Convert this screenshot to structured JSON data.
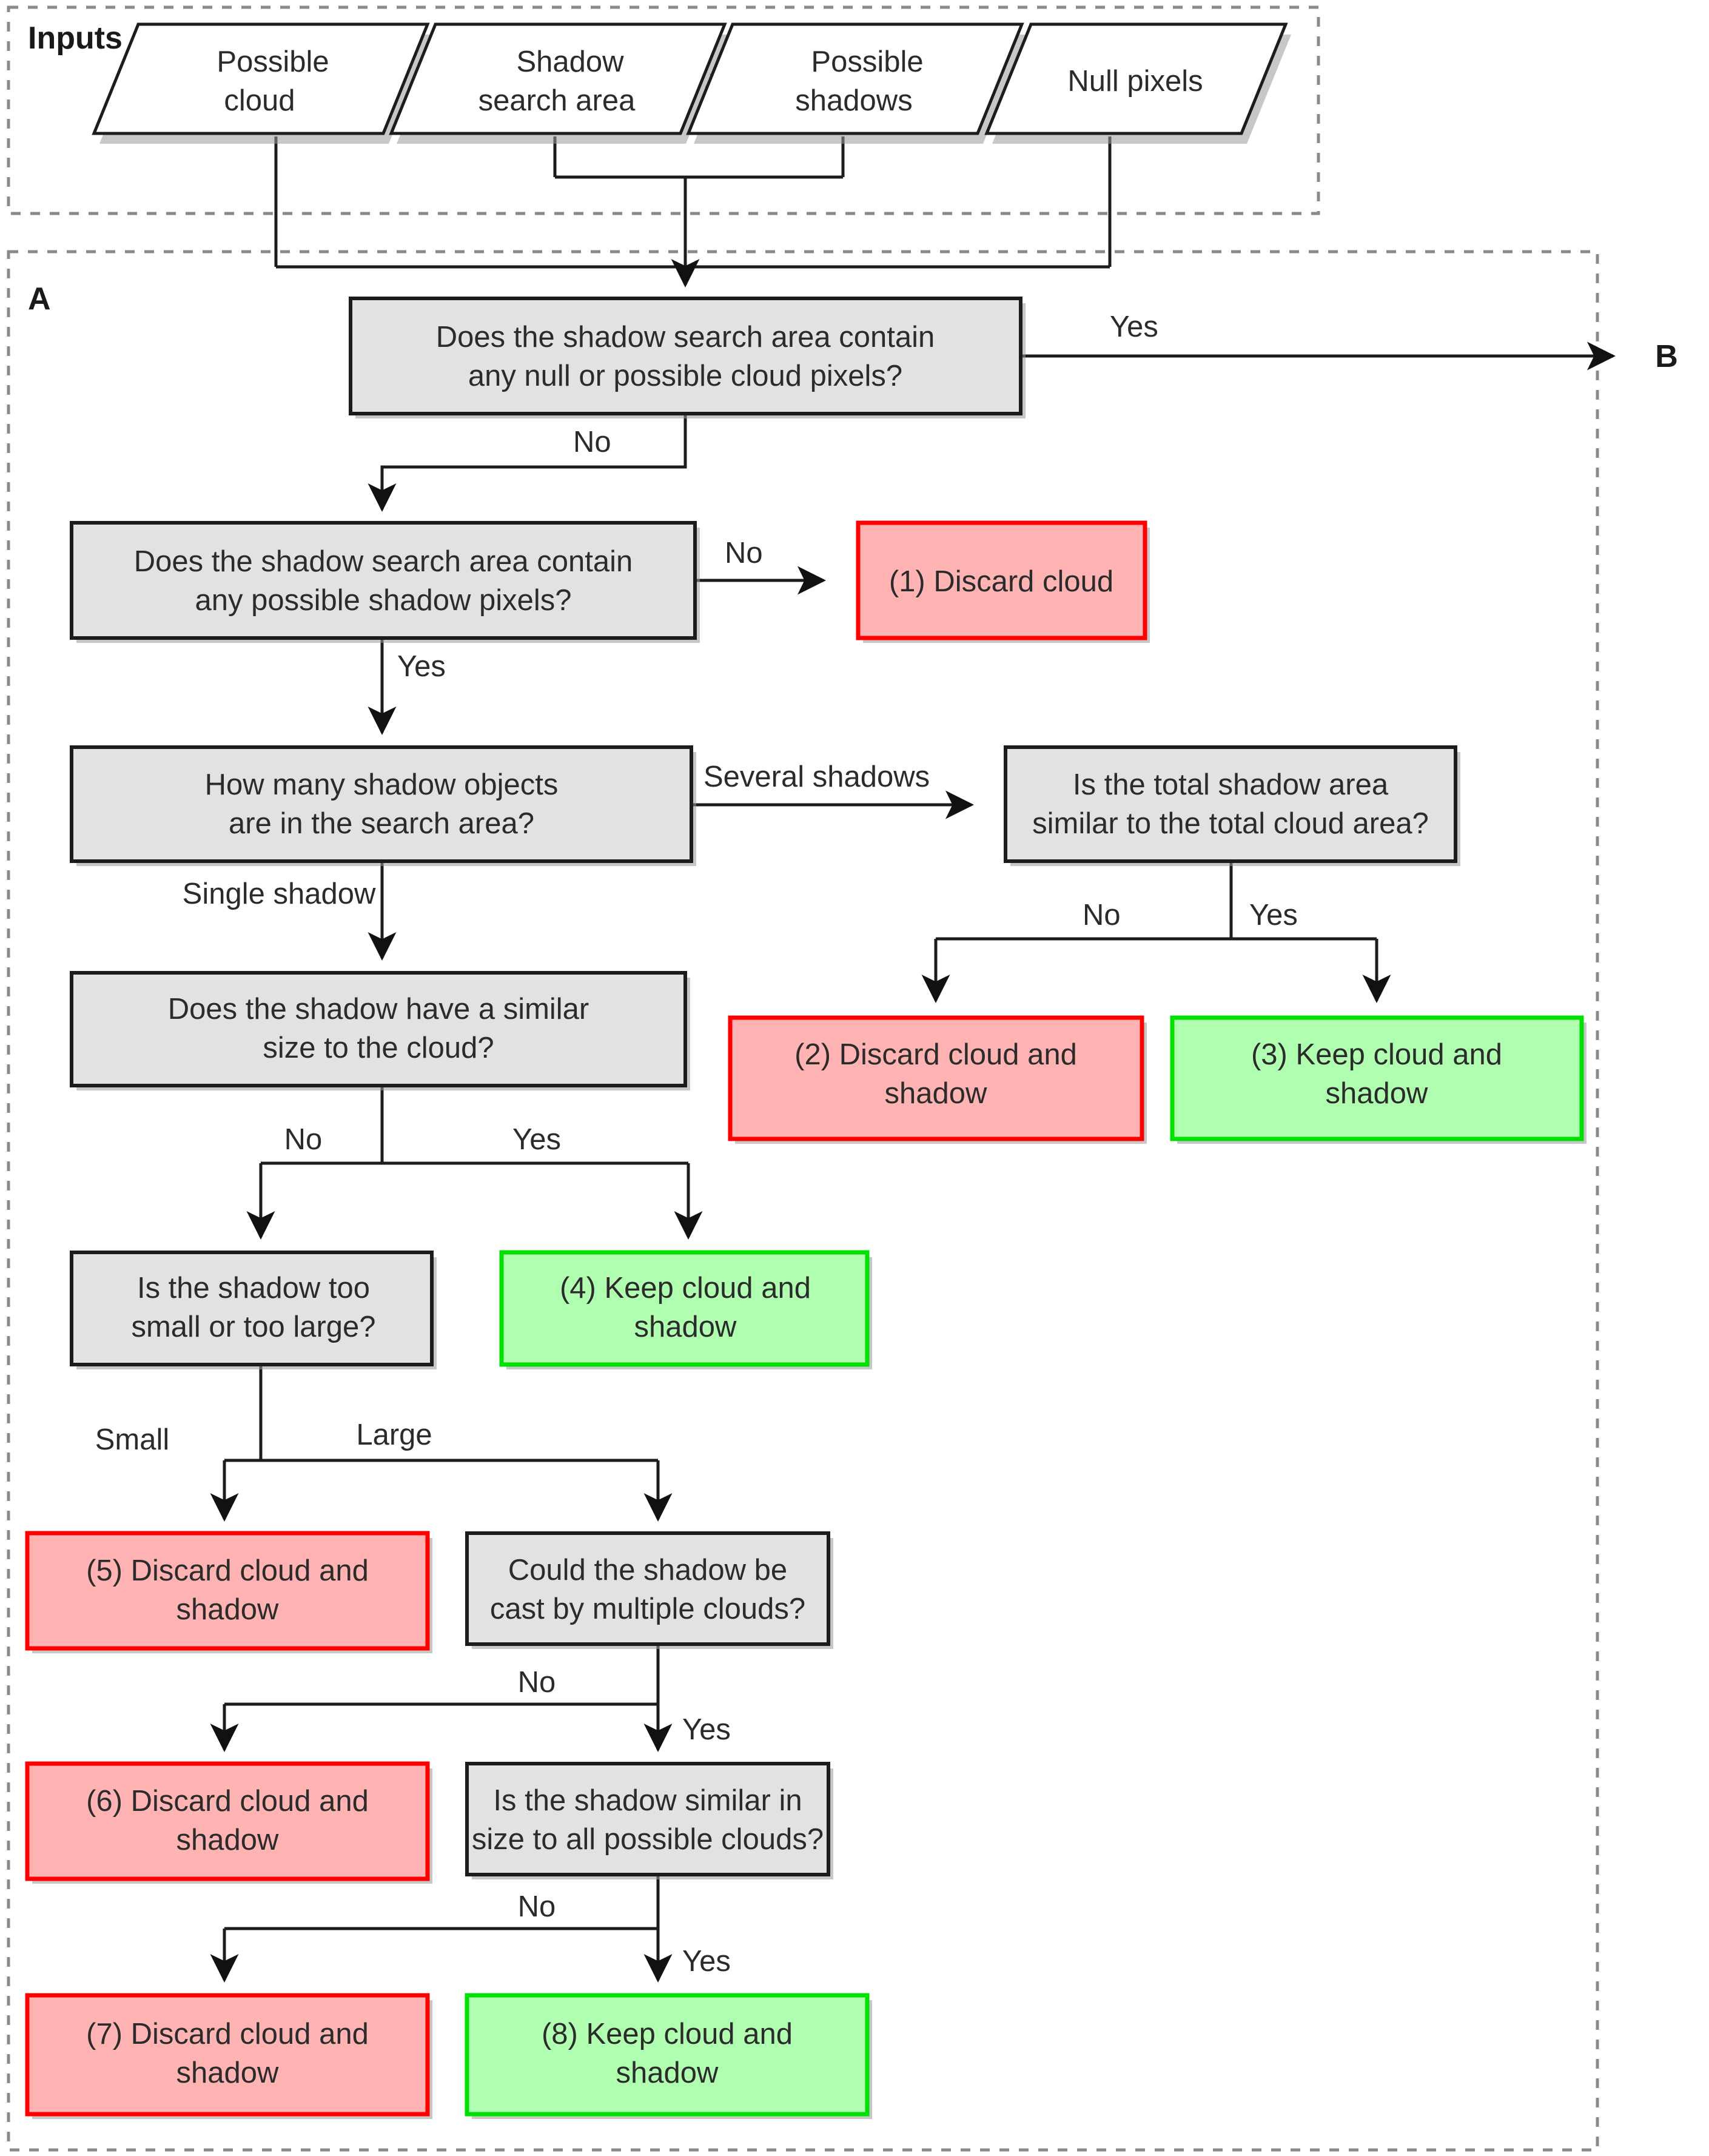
{
  "regions": {
    "inputs": {
      "label": "Inputs"
    },
    "a": {
      "label": "A"
    }
  },
  "connectors": {
    "b_exit": "B"
  },
  "inputs": [
    {
      "id": "possible-cloud",
      "label_line1": "Possible",
      "label_line2": "cloud"
    },
    {
      "id": "shadow-search-area",
      "label_line1": "Shadow",
      "label_line2": "search area"
    },
    {
      "id": "possible-shadows",
      "label_line1": "Possible",
      "label_line2": "shadows"
    },
    {
      "id": "null-pixels",
      "label_line1": "Null pixels",
      "label_line2": ""
    }
  ],
  "decisions": [
    {
      "id": "d1",
      "line1": "Does the shadow search area contain",
      "line2": "any null or possible cloud pixels?"
    },
    {
      "id": "d2",
      "line1": "Does the shadow search area contain",
      "line2": "any possible shadow pixels?"
    },
    {
      "id": "d3",
      "line1": "How many shadow objects",
      "line2": "are in the search area?"
    },
    {
      "id": "d4",
      "line1": "Is the total shadow area",
      "line2": "similar to the total cloud area?"
    },
    {
      "id": "d5",
      "line1": "Does the shadow have a similar",
      "line2": "size to the cloud?"
    },
    {
      "id": "d6",
      "line1": "Is the shadow too",
      "line2": "small or too large?"
    },
    {
      "id": "d7",
      "line1": "Could the shadow be",
      "line2": "cast by multiple clouds?"
    },
    {
      "id": "d8",
      "line1": "Is the shadow similar in",
      "line2": "size to all possible clouds?"
    }
  ],
  "outcomes": [
    {
      "id": "o1",
      "kind": "discard",
      "line1": "(1) Discard cloud",
      "line2": ""
    },
    {
      "id": "o2",
      "kind": "discard",
      "line1": "(2) Discard cloud and",
      "line2": "shadow"
    },
    {
      "id": "o3",
      "kind": "keep",
      "line1": "(3) Keep cloud and",
      "line2": "shadow"
    },
    {
      "id": "o4",
      "kind": "keep",
      "line1": "(4) Keep cloud and",
      "line2": "shadow"
    },
    {
      "id": "o5",
      "kind": "discard",
      "line1": "(5) Discard cloud and",
      "line2": "shadow"
    },
    {
      "id": "o6",
      "kind": "discard",
      "line1": "(6) Discard cloud and",
      "line2": "shadow"
    },
    {
      "id": "o7",
      "kind": "discard",
      "line1": "(7) Discard cloud and",
      "line2": "shadow"
    },
    {
      "id": "o8",
      "kind": "keep",
      "line1": "(8) Keep cloud and",
      "line2": "shadow"
    }
  ],
  "edge_labels": {
    "d1_yes": "Yes",
    "d1_no": "No",
    "d2_no": "No",
    "d2_yes": "Yes",
    "d3_several": "Several shadows",
    "d3_single": "Single shadow",
    "d4_no": "No",
    "d4_yes": "Yes",
    "d5_no": "No",
    "d5_yes": "Yes",
    "d6_small": "Small",
    "d6_large": "Large",
    "d7_no": "No",
    "d7_yes": "Yes",
    "d8_no": "No",
    "d8_yes": "Yes"
  },
  "colors": {
    "decision_fill": "#e2e2e2",
    "decision_stroke": "#1c1c1c",
    "discard_fill": "#ffb3b3",
    "discard_stroke": "#ff0000",
    "keep_fill": "#b0ffb0",
    "keep_stroke": "#00e000",
    "line": "#1c1c1c",
    "region_border": "#8a8a8a"
  }
}
